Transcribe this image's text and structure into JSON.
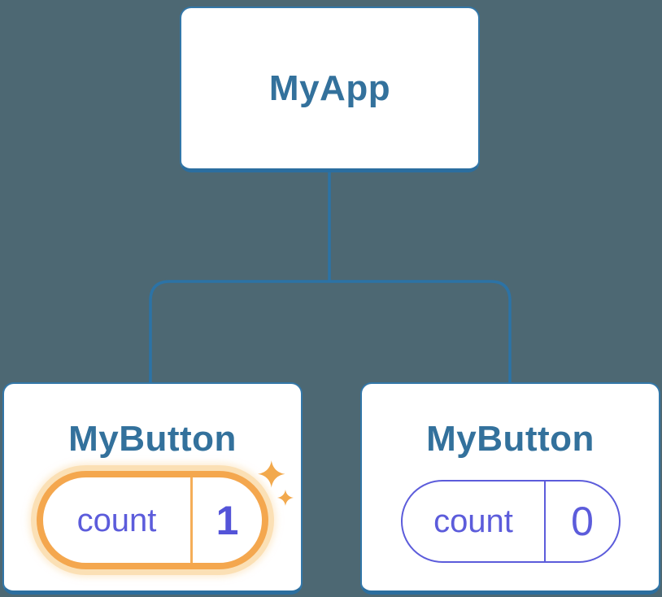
{
  "colors": {
    "background": "#4D6873",
    "line-blue": "#2C73A6",
    "card-border": "#3377A8",
    "card-border-bottom": "#2B6E9F",
    "card-bg": "#FFFFFF",
    "heading": "#33719C",
    "indigo": "#5C5CDB",
    "indigo-bold": "#5454D8",
    "orange": "#F4A74E",
    "orange-soft": "#F5AE58",
    "orange-glow": "#FBE0B5",
    "sparkle": "#F2A94D"
  },
  "tree": {
    "root": {
      "label": "MyApp"
    },
    "children": [
      {
        "label": "MyButton",
        "state": {
          "key": "count",
          "value": "1"
        },
        "highlighted": true
      },
      {
        "label": "MyButton",
        "state": {
          "key": "count",
          "value": "0"
        },
        "highlighted": false
      }
    ]
  }
}
